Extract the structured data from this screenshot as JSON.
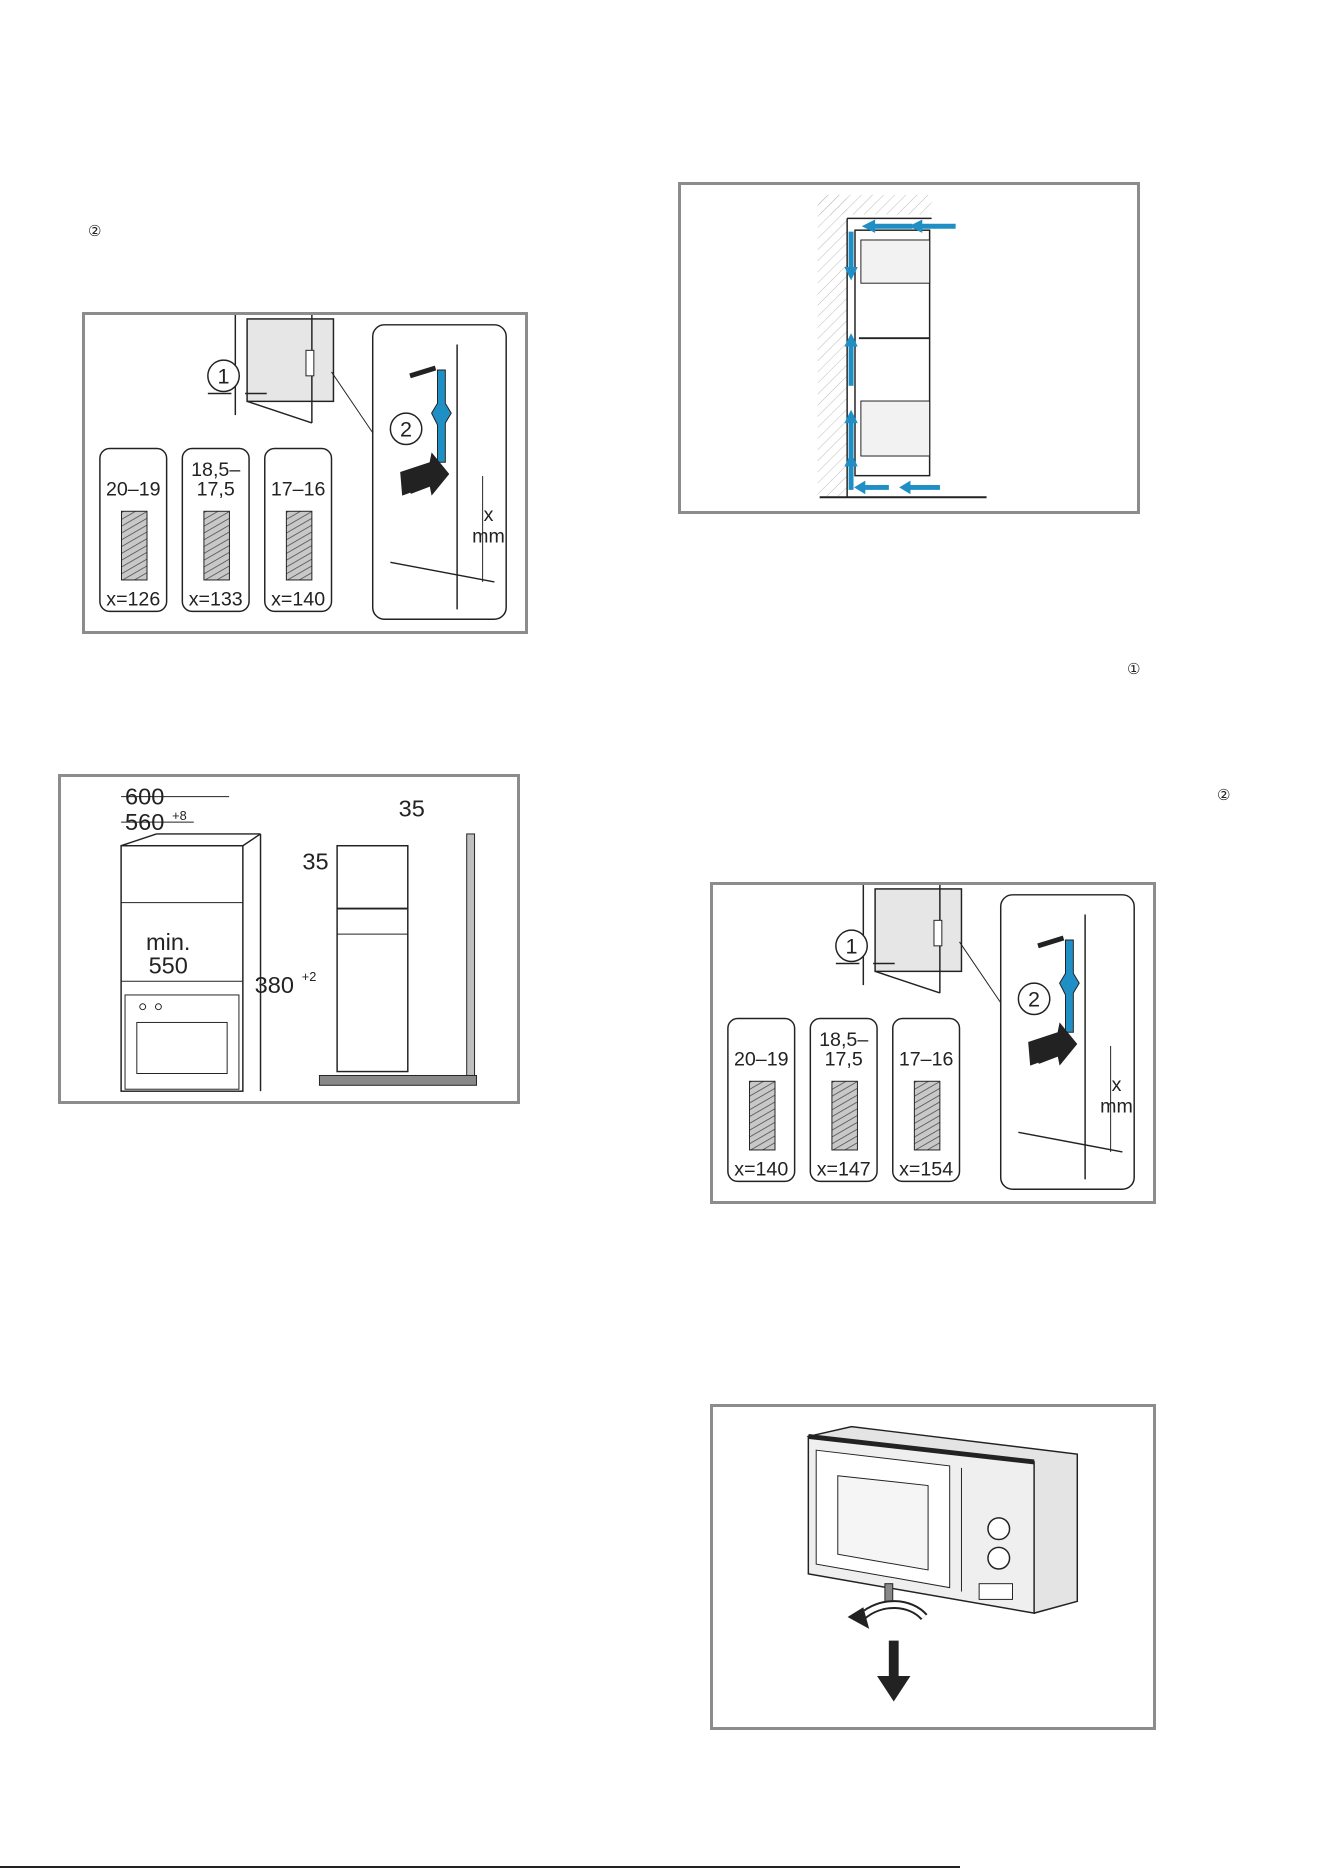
{
  "page": {
    "markers": {
      "left_top": "②",
      "right_mid_1": "①",
      "right_mid_2": "②"
    }
  },
  "fig1": {
    "callout_1": "1",
    "callout_2": "2",
    "dims": [
      "20–19",
      "18,5–",
      "17,5",
      "17–16"
    ],
    "x_values": [
      "x=126",
      "x=133",
      "x=140"
    ],
    "x_label": "x",
    "mm_label": "mm"
  },
  "fig2": {
    "w600": "600",
    "w560": "560",
    "w560_sup": "+8",
    "d35": "35",
    "min": "min.",
    "min550": "550",
    "h380": "380",
    "h380_sup": "+2",
    "side35": "35"
  },
  "fig4": {
    "callout_1": "1",
    "callout_2": "2",
    "dims": [
      "20–19",
      "18,5–",
      "17,5",
      "17–16"
    ],
    "x_values": [
      "x=140",
      "x=147",
      "x=154"
    ],
    "x_label": "x",
    "mm_label": "mm"
  },
  "colors": {
    "accent_blue": "#1f8fc6",
    "frame": "#8c8c8c",
    "ink": "#222222"
  }
}
